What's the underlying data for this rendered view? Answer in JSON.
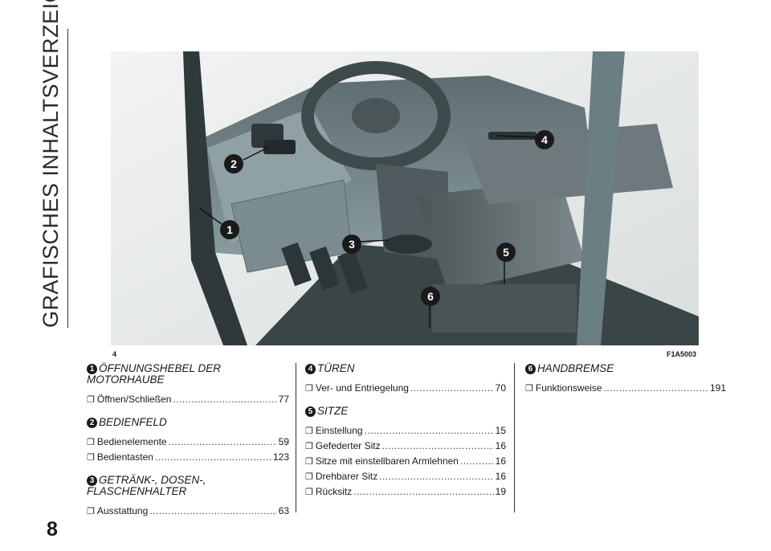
{
  "side_title": "GRAFISCHES INHALTSVERZEICHNIS",
  "page_number": "8",
  "figure": {
    "page_ref": "4",
    "code": "F1A5003"
  },
  "callouts": [
    "1",
    "2",
    "3",
    "4",
    "5",
    "6"
  ],
  "sections": [
    {
      "num": "1",
      "title_lines": [
        "ÖFFNUNGSHEBEL DER",
        "MOTORHAUBE"
      ],
      "entries": [
        {
          "label": "Öffnen/Schließen",
          "page": "77"
        }
      ]
    },
    {
      "num": "2",
      "title_lines": [
        "BEDIENFELD"
      ],
      "entries": [
        {
          "label": "Bedienelemente",
          "page": "59"
        },
        {
          "label": "Bedientasten",
          "page": "123"
        }
      ]
    },
    {
      "num": "3",
      "title_lines": [
        "GETRÄNK-, DOSEN-,",
        "FLASCHENHALTER"
      ],
      "entries": [
        {
          "label": "Ausstattung",
          "page": "63"
        }
      ]
    },
    {
      "num": "4",
      "title_lines": [
        "TÜREN"
      ],
      "entries": [
        {
          "label": "Ver- und Entriegelung",
          "page": "70"
        }
      ]
    },
    {
      "num": "5",
      "title_lines": [
        "SITZE"
      ],
      "entries": [
        {
          "label": "Einstellung",
          "page": "15"
        },
        {
          "label": "Gefederter Sitz",
          "page": "16"
        },
        {
          "label": "Sitze mit einstellbaren Armlehnen",
          "page": "16"
        },
        {
          "label": "Drehbarer Sitz",
          "page": "16"
        },
        {
          "label": "Rücksitz",
          "page": "19"
        }
      ]
    },
    {
      "num": "6",
      "title_lines": [
        "HANDBREMSE"
      ],
      "entries": [
        {
          "label": "Funktionsweise",
          "page": "191"
        }
      ]
    }
  ],
  "colors": {
    "panel": "#7a8c90",
    "panel_dark": "#3f4a4d",
    "seat": "#5d686b",
    "background": "#e8ebea"
  }
}
